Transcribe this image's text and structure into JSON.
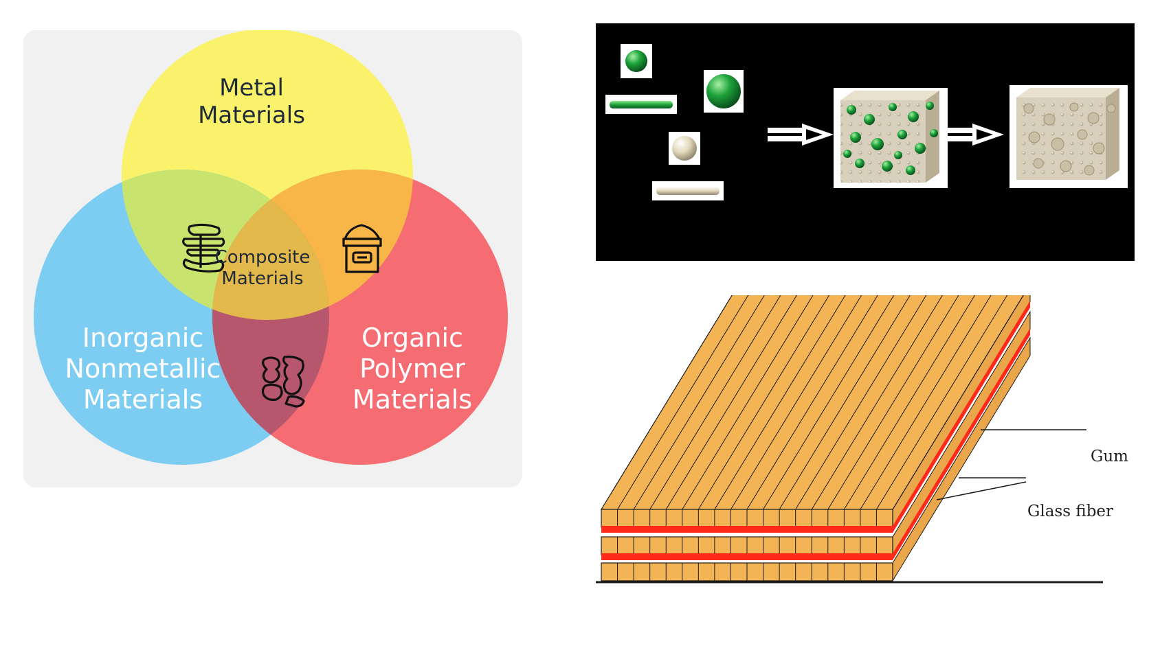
{
  "venn": {
    "circles": [
      {
        "label": "Metal\nMaterials",
        "color": "#fbf26c"
      },
      {
        "label": "Inorganic\nNonmetallic\nMaterials",
        "color": "#7ccdf1"
      },
      {
        "label": "Organic\nPolymer\nMaterials",
        "color": "#f56d72"
      }
    ],
    "center_label": "Composite\nMaterials",
    "icons": [
      "composite-glyph-icon",
      "box-icon",
      "material-glyph-icon"
    ],
    "colors": {
      "overlap_metal_inorganic": "#c8e46e",
      "overlap_metal_polymer": "#f7b647",
      "overlap_inorganic_polymer": "#b7576e",
      "center": "#e4b94b",
      "panel_bg": "#f1f1f1"
    }
  },
  "process": {
    "background": "#000000",
    "components": [
      "small-green-sphere",
      "large-green-sphere",
      "green-rod",
      "beige-sphere",
      "beige-rod"
    ],
    "stages": [
      "matrix-cube-with-green-particles",
      "porous-cube"
    ],
    "colors": {
      "particle": "#1ea33a",
      "matrix": "#d8d0bc",
      "arrow": "#ffffff"
    }
  },
  "laminate": {
    "labels": {
      "gum": "Gum",
      "glass_fiber": "Glass fiber"
    },
    "colors": {
      "fiber": "#f2b455",
      "gum": "#ff2a1a",
      "line": "#1a1a1a"
    }
  }
}
